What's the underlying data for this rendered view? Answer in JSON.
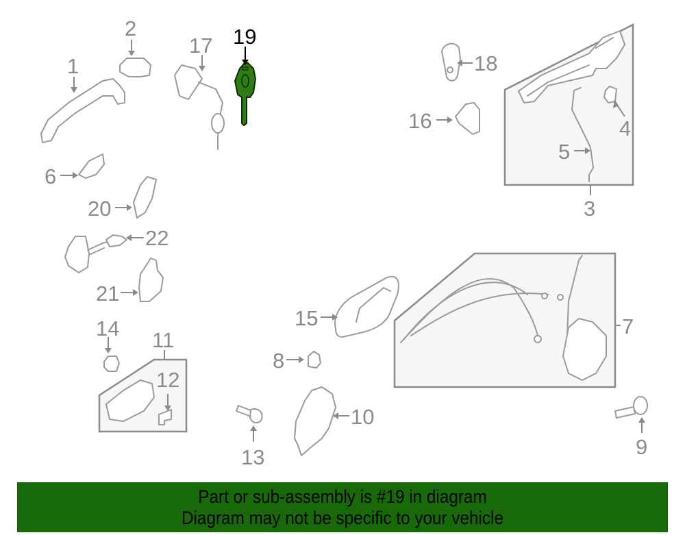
{
  "diagram": {
    "highlighted_part": "19",
    "highlight_color": "#2e7d12",
    "callouts": [
      {
        "id": "1",
        "label": "1"
      },
      {
        "id": "2",
        "label": "2"
      },
      {
        "id": "3",
        "label": "3"
      },
      {
        "id": "4",
        "label": "4"
      },
      {
        "id": "5",
        "label": "5"
      },
      {
        "id": "6",
        "label": "6"
      },
      {
        "id": "7",
        "label": "7"
      },
      {
        "id": "8",
        "label": "8"
      },
      {
        "id": "9",
        "label": "9"
      },
      {
        "id": "10",
        "label": "10"
      },
      {
        "id": "11",
        "label": "11"
      },
      {
        "id": "12",
        "label": "12"
      },
      {
        "id": "13",
        "label": "13"
      },
      {
        "id": "14",
        "label": "14"
      },
      {
        "id": "15",
        "label": "15"
      },
      {
        "id": "16",
        "label": "16"
      },
      {
        "id": "17",
        "label": "17"
      },
      {
        "id": "18",
        "label": "18"
      },
      {
        "id": "19",
        "label": "19"
      },
      {
        "id": "20",
        "label": "20"
      },
      {
        "id": "21",
        "label": "21"
      },
      {
        "id": "22",
        "label": "22"
      }
    ]
  },
  "banner": {
    "line1": "Part or sub-assembly is #19 in diagram",
    "line2": "Diagram may not be specific to your vehicle",
    "background": "#176a07"
  }
}
